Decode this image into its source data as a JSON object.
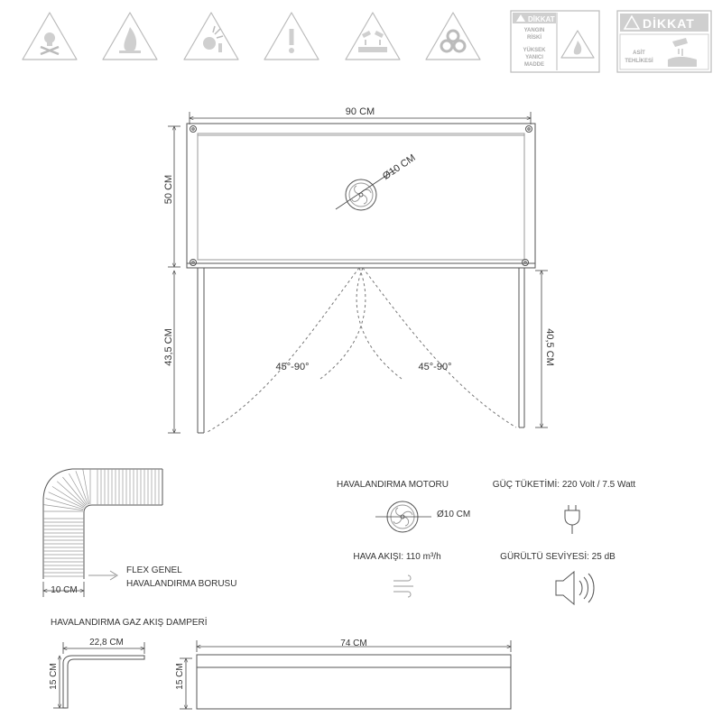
{
  "warning_signs": {
    "icons": [
      "toxic-skull-icon",
      "flammable-flame-icon",
      "explosive-icon",
      "exclamation-warning-icon",
      "corrosive-icon",
      "biohazard-icon"
    ],
    "label_1": {
      "header": "DİKKAT",
      "lines": [
        "YANGIN",
        "RİSKİ",
        "YÜKSEK",
        "YANICI",
        "MADDE"
      ]
    },
    "label_2": {
      "header": "DİKKAT",
      "lines": [
        "ASİT",
        "TEHLİKESİ"
      ]
    }
  },
  "cabinet": {
    "width_label": "90 CM",
    "top_height_label": "50 CM",
    "fan_diameter_label": "Ø10 CM",
    "left_door_height_label": "43,5 CM",
    "right_door_height_label": "40,5 CM",
    "left_swing_label": "45°-90°",
    "right_swing_label": "45°-90°"
  },
  "flex_pipe": {
    "diameter_label": "10 CM",
    "name_line_1": "FLEX GENEL",
    "name_line_2": "HAVALANDIRMA BORUSU"
  },
  "specs": {
    "motor_label": "HAVALANDIRMA MOTORU",
    "motor_diameter": "Ø10 CM",
    "power_label": "GÜÇ TÜKETİMİ: 220 Volt / 7.5 Watt",
    "airflow_label": "HAVA AKIŞI: 110 m³/h",
    "noise_label": "GÜRÜLTÜ SEVİYESİ: 25 dB"
  },
  "damper": {
    "title": "HAVALANDIRMA GAZ AKIŞ DAMPERİ",
    "angle_width_label": "22,8 CM",
    "angle_height_label": "15 CM",
    "bar_width_label": "74 CM",
    "bar_height_label": "15 CM"
  }
}
